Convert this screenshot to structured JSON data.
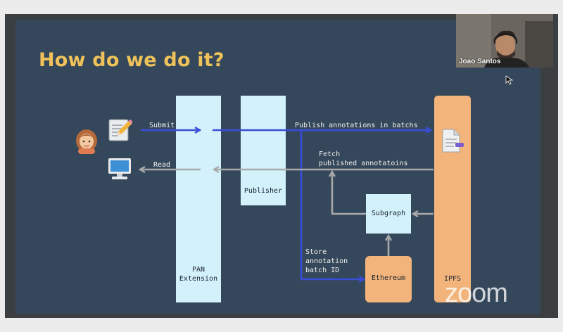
{
  "slide": {
    "title": "How do we do it?",
    "boxes": {
      "pan_extension": "PAN\nExtension",
      "publisher": "Publisher",
      "subgraph": "Subgraph",
      "ethereum": "Ethereum",
      "ipfs": "IPFS"
    },
    "labels": {
      "submit": "Submit",
      "read": "Read",
      "publish": "Publish annotations in batchs",
      "fetch": "Fetch\npublished annotatoins",
      "store": "Store\nannotation\nbatch ID"
    },
    "icons": [
      "person-icon",
      "memo-icon",
      "computer-icon",
      "document-icon"
    ]
  },
  "participant": {
    "name": "Joao Santos"
  },
  "watermark": "zoom",
  "colors": {
    "slide_bg": "#35475a",
    "title": "#f0c35a",
    "arrow_blue": "#3a4dd8",
    "arrow_gray": "#a9a9a9",
    "box_light": "#d3f1fb",
    "box_orange": "#f2b47b"
  }
}
